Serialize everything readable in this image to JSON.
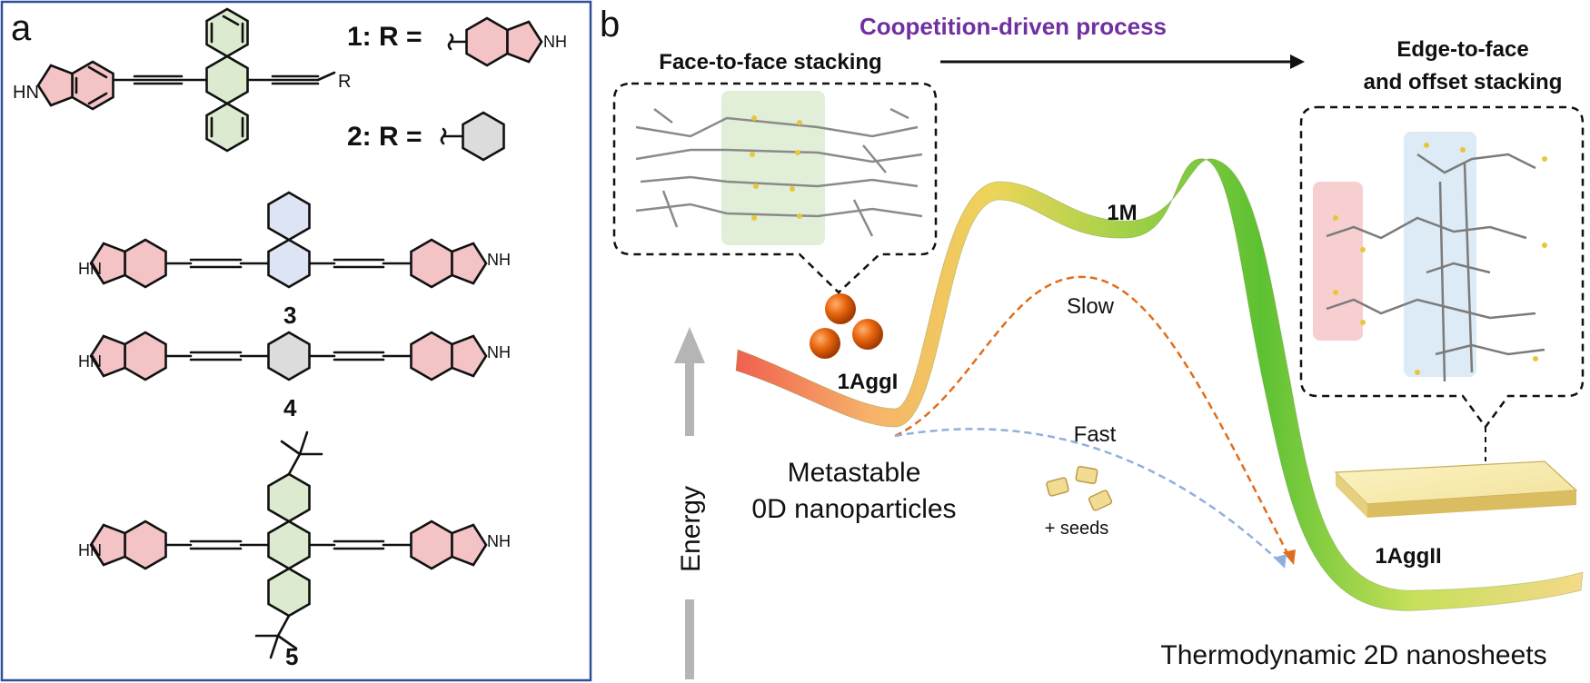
{
  "panel_a": {
    "label": "a",
    "r_def_1": "1: R =",
    "r_def_2": "2: R =",
    "r_group_label": "R",
    "nh_labels": [
      "HN",
      "NH"
    ],
    "compound_3": "3",
    "compound_4": "4",
    "compound_5": "5",
    "colors": {
      "indole": "#f4c3c6",
      "anthracene": "#dcebcf",
      "naphthalene": "#dde4f4",
      "phenyl": "#dcdcdc",
      "frame": "#2f4f9b"
    }
  },
  "panel_b": {
    "label": "b",
    "process_title": "Coopetition-driven process",
    "left_stack_title": "Face-to-face stacking",
    "right_stack_title_1": "Edge-to-face",
    "right_stack_title_2": "and offset stacking",
    "label_1m": "1M",
    "label_aggI": "1AggI",
    "label_aggII": "1AggII",
    "slow": "Slow",
    "fast": "Fast",
    "seeds": "+ seeds",
    "meta_1": "Metastable",
    "meta_2": "0D nanoparticles",
    "thermo": "Thermodynamic 2D nanosheets",
    "energy_axis": "Energy",
    "colors": {
      "title_purple": "#7030a0",
      "slow_path": "#e06d1e",
      "fast_path": "#8fb0dd",
      "ribbon_start": "#f26b5e",
      "ribbon_mid": "#f2d66b",
      "ribbon_green": "#6cc43a",
      "nanoparticle": "#e2640e"
    }
  }
}
